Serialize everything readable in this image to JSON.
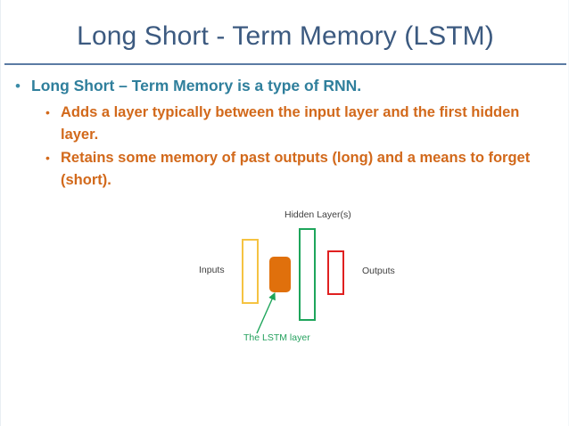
{
  "slide": {
    "title": "Long Short - Term Memory (LSTM)",
    "title_color": "#3c5a80",
    "rule_color": "#5b7ba4",
    "background": "#ffffff"
  },
  "bullets": {
    "level1": {
      "text": "Long Short – Term Memory is a type of RNN.",
      "color": "#2f7f9c",
      "marker": "•"
    },
    "level2": [
      {
        "text": "Adds a layer typically between the input layer and the first hidden layer.",
        "color": "#d2691b",
        "marker": "•"
      },
      {
        "text": "Retains some memory of past outputs (long) and a means to forget (short).",
        "color": "#d2691b",
        "marker": "•"
      }
    ]
  },
  "diagram": {
    "labels": {
      "hidden": "Hidden Layer(s)",
      "inputs": "Inputs",
      "outputs": "Outputs",
      "lstm_caption": "The LSTM layer"
    },
    "boxes": [
      {
        "name": "inputs-layer",
        "stroke": "#f5c342",
        "fill": "none",
        "label": "Inputs"
      },
      {
        "name": "lstm-layer",
        "stroke": "none",
        "fill": "#e0700c",
        "label": "The LSTM layer"
      },
      {
        "name": "hidden-layer",
        "stroke": "#1ea55b",
        "fill": "none",
        "label": "Hidden Layer(s)"
      },
      {
        "name": "outputs-layer",
        "stroke": "#e02020",
        "fill": "none",
        "label": "Outputs"
      }
    ],
    "arrow": {
      "color": "#1ea55b",
      "from_label": "The LSTM layer",
      "to_box": "lstm-layer"
    }
  }
}
